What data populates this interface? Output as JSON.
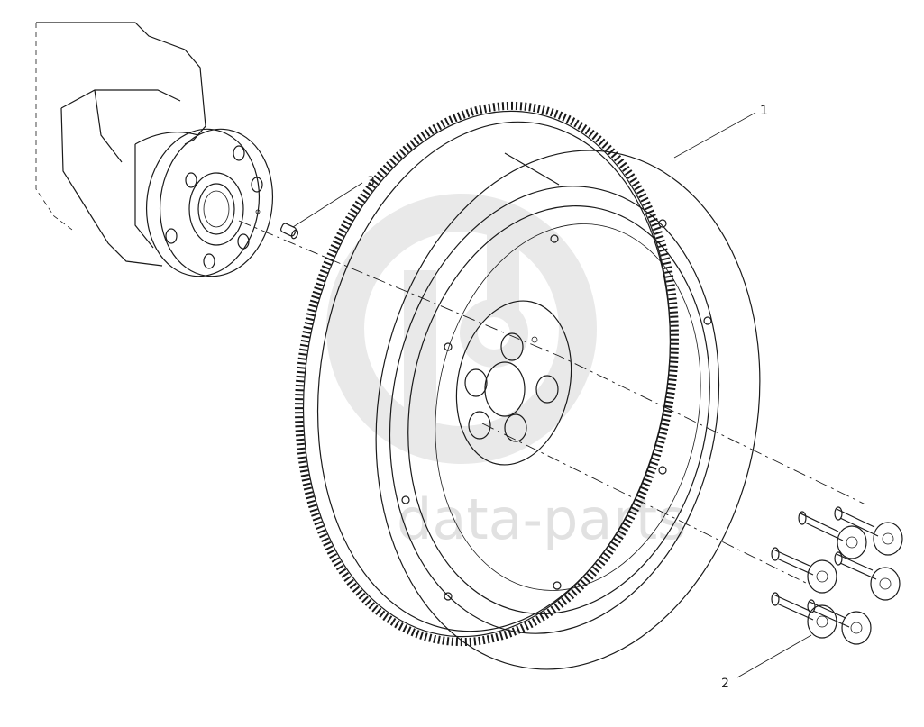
{
  "callouts": {
    "flywheel": "1",
    "bolts": "2",
    "dowel_pin": "3"
  },
  "watermark": {
    "text": "data-parts",
    "color": "#c9c9c9"
  },
  "colors": {
    "line": "#1a1a1a",
    "background": "#ffffff"
  }
}
